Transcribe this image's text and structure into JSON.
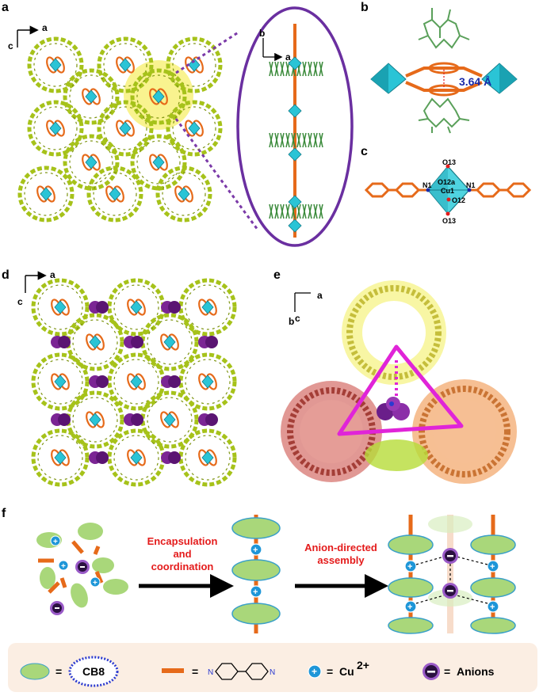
{
  "panels": {
    "a": {
      "label": "a",
      "axis_h": "a",
      "axis_v": "c",
      "inset_axis_h": "a",
      "inset_axis_v": "b"
    },
    "b": {
      "label": "b",
      "distance": "3.64 Å"
    },
    "c": {
      "label": "c",
      "atoms": {
        "o13_top": "O13",
        "o12a": "O12a",
        "n1_left": "N1",
        "cu1": "Cu1",
        "n1_right": "N1",
        "o12": "O12",
        "o13_bottom": "O13"
      }
    },
    "d": {
      "label": "d",
      "axis_h": "a",
      "axis_v": "c"
    },
    "e": {
      "label": "e",
      "axis_h": "a",
      "axis_v": "b",
      "axis_extra": "c"
    },
    "f": {
      "label": "f",
      "step1": [
        "Encapsulation",
        "and",
        "coordination"
      ],
      "step2": [
        "Anion-directed",
        "assembly"
      ]
    }
  },
  "legend": {
    "cb8_text": "CB8",
    "equals": "=",
    "cu_text": "Cu",
    "cu_sup": "2+",
    "anions_text": "Anions",
    "n_left": "N",
    "n_right": "N"
  },
  "colors": {
    "ring": "#a6c21a",
    "cyan": "#2ac4d6",
    "orange": "#e66a1a",
    "purple": "#7b2594",
    "ellipse_purple": "#6a2fa0",
    "magenta": "#e024d8",
    "green_cb8": "#a9d77a",
    "legend_bg": "#fbeee3"
  }
}
